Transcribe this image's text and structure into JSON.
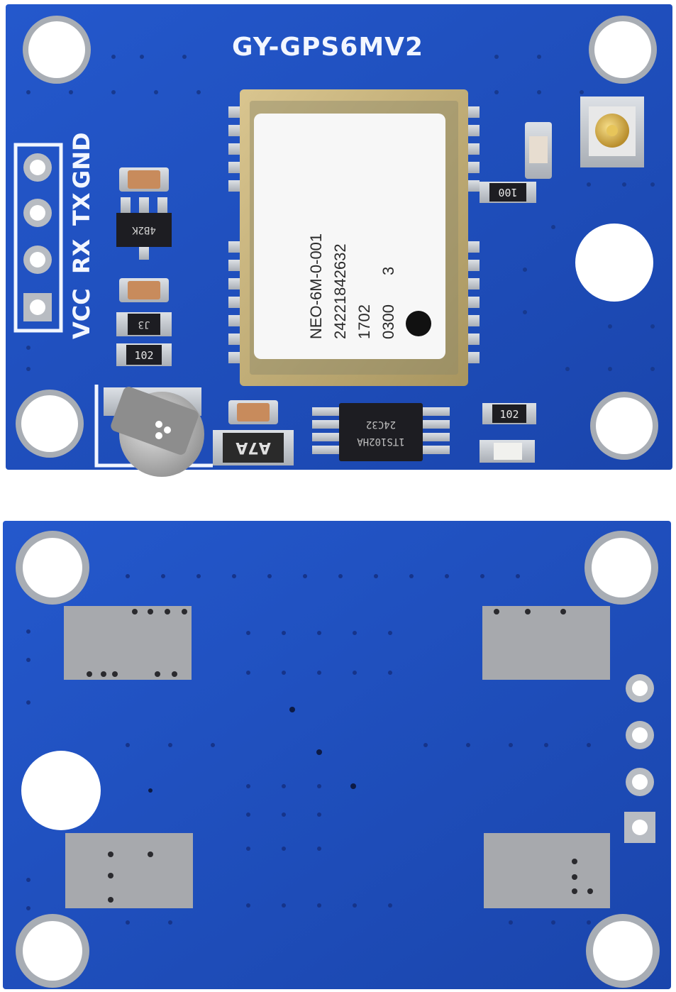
{
  "colors": {
    "pcb_blue": "#1f4fbf",
    "pcb_blue_dark": "#163a94",
    "silkscreen": "#f2f6ff",
    "hole": "#ffffff",
    "ring": "#9aa0a8",
    "shield": "#c9b27a",
    "sticker": "#f7f7f7",
    "chip_black": "#1d1d22",
    "pad_silver": "#c9cdd2"
  },
  "front": {
    "board_title": "GY-GPS6MV2",
    "pin_labels": [
      "VCC",
      "RX",
      "TX",
      "GND"
    ],
    "module_label": {
      "line1": "NEO-6M-0-001",
      "line2": "24221842632",
      "line3": "1702",
      "line4": "0300",
      "line4_suffix": "3"
    },
    "regulator_marking": "4B2K",
    "resistor_top_marking": "100",
    "resistor_left_marking": "102",
    "resistor_right_marking": "102",
    "diode_marking": "A7A",
    "transistor_marking": "J3",
    "eeprom_marking_1": "1TS102HA",
    "eeprom_marking_2": "24C32"
  },
  "icons": {
    "antenna_connector": "ufl-connector-icon",
    "battery": "coin-battery-icon",
    "orientation_dot": "pin1-dot-icon"
  }
}
